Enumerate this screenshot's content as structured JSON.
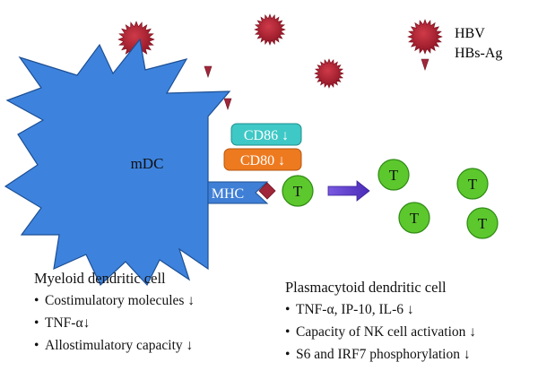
{
  "legend": {
    "virus_label": "HBV",
    "antigen_label": "HBs-Ag"
  },
  "cell": {
    "label": "mDC"
  },
  "receptors": [
    {
      "label": "CD86 ↓",
      "color": "#3ec8c6"
    },
    {
      "label": "CD80 ↓",
      "color": "#ee7a1f"
    },
    {
      "label": "MHC",
      "color": "#3f7fd6"
    }
  ],
  "tcell_label": "T",
  "colors": {
    "virus": "#a1192a",
    "cell": "#3d83de",
    "tcell": "#5cc82d",
    "arrow": "#5b33c9",
    "antigen": "#a0273a"
  },
  "myeloid": {
    "title": "Myeloid dendritic cell",
    "items": [
      "Costimulatory molecules ↓",
      "TNF-α↓",
      "Allostimulatory capacity ↓"
    ]
  },
  "plasmacytoid": {
    "title": "Plasmacytoid dendritic cell",
    "items": [
      "TNF-α, IP-10, IL-6 ↓",
      "Capacity of NK cell activation ↓",
      "S6 and IRF7 phosphorylation ↓"
    ]
  }
}
